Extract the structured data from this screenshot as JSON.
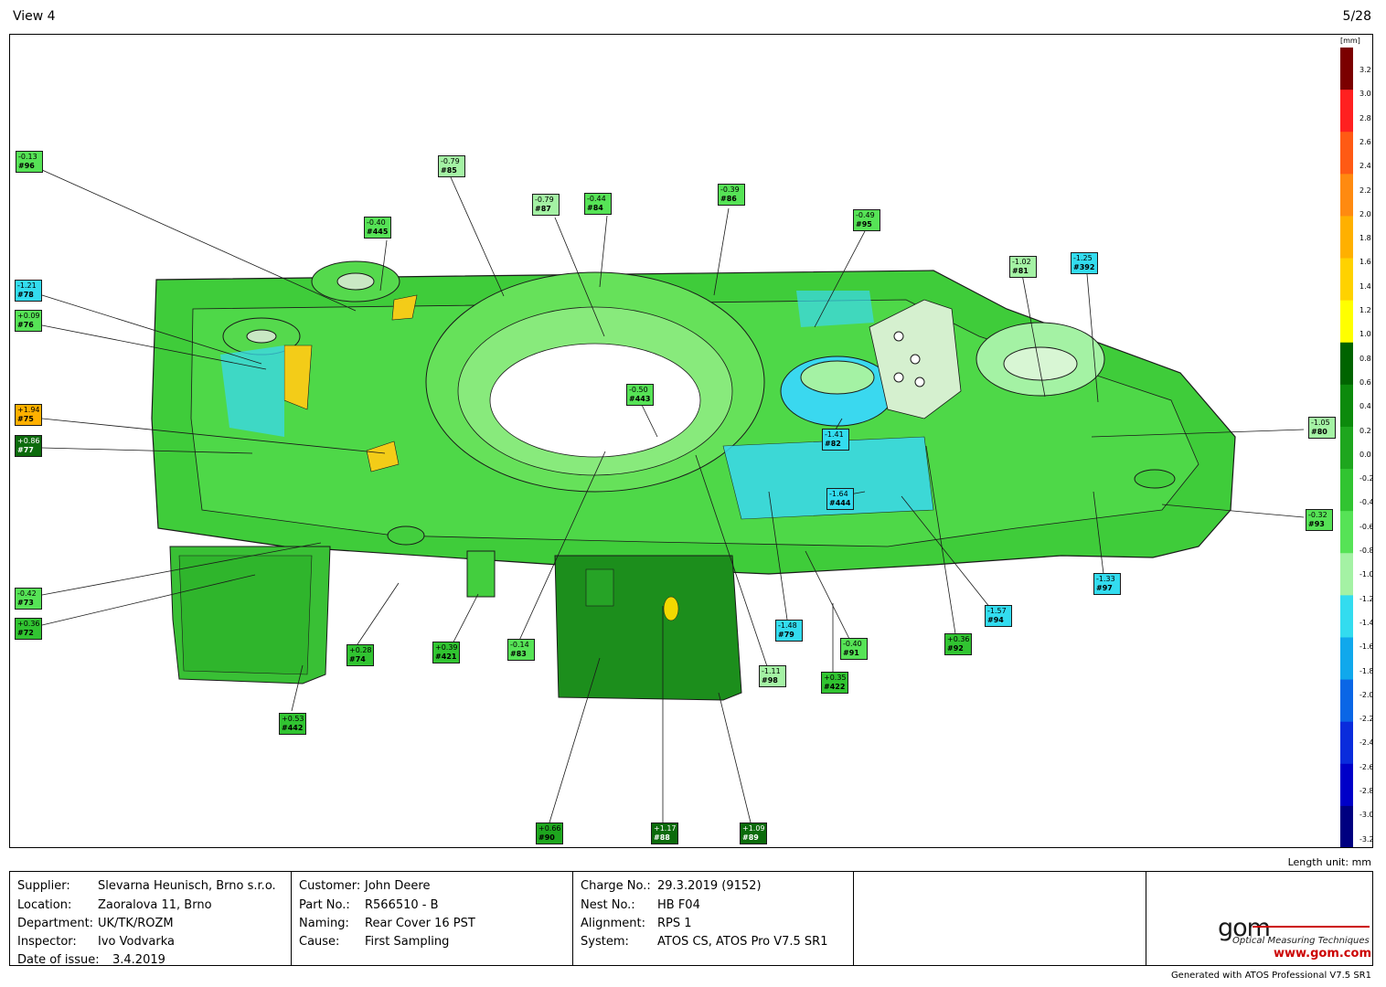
{
  "view_title": "View 4",
  "page": "5/28",
  "legend": {
    "unit": "[mm]",
    "ticks": [
      "3.2",
      "3.0",
      "2.8",
      "2.6",
      "2.4",
      "2.2",
      "2.0",
      "1.8",
      "1.6",
      "1.4",
      "1.2",
      "1.0",
      "0.8",
      "0.6",
      "0.4",
      "0.2",
      "0.0",
      "-0.2",
      "-0.4",
      "-0.6",
      "-0.8",
      "-1.0",
      "-1.2",
      "-1.4",
      "-1.6",
      "-1.8",
      "-2.0",
      "-2.2",
      "-2.4",
      "-2.6",
      "-2.8",
      "-3.0",
      "-3.2"
    ],
    "colors": [
      "#7b0000",
      "#ff2020",
      "#ff5a14",
      "#ff8a10",
      "#ffb000",
      "#ffd200",
      "#ffff00",
      "#006400",
      "#0c8a0c",
      "#1ea61e",
      "#31c431",
      "#56e356",
      "#a4f2a4",
      "#33dcef",
      "#10a8ec",
      "#0a66e6",
      "#0a2cdc",
      "#0000c8",
      "#000080"
    ]
  },
  "labels": [
    {
      "id": "#96",
      "value": "-0.13",
      "color": "#56e356"
    },
    {
      "id": "#85",
      "value": "-0.79",
      "color": "#a4f2a4"
    },
    {
      "id": "#87",
      "value": "-0.79",
      "color": "#a4f2a4"
    },
    {
      "id": "#84",
      "value": "-0.44",
      "color": "#56e356"
    },
    {
      "id": "#86",
      "value": "-0.39",
      "color": "#56e356"
    },
    {
      "id": "#95",
      "value": "-0.49",
      "color": "#56e356"
    },
    {
      "id": "#445",
      "value": "-0.40",
      "color": "#56e356"
    },
    {
      "id": "#78",
      "value": "-1.21",
      "color": "#33dcef"
    },
    {
      "id": "#76",
      "value": "+0.09",
      "color": "#56e356"
    },
    {
      "id": "#75",
      "value": "+1.94",
      "color": "#ffb000"
    },
    {
      "id": "#77",
      "value": "+0.86",
      "color": "#0c6b0c"
    },
    {
      "id": "#81",
      "value": "-1.02",
      "color": "#a4f2a4"
    },
    {
      "id": "#392",
      "value": "-1.25",
      "color": "#33dcef"
    },
    {
      "id": "#443",
      "value": "-0.50",
      "color": "#56e356"
    },
    {
      "id": "#82",
      "value": "-1.41",
      "color": "#33dcef"
    },
    {
      "id": "#80",
      "value": "-1.05",
      "color": "#a4f2a4"
    },
    {
      "id": "#444",
      "value": "-1.64",
      "color": "#33dcef"
    },
    {
      "id": "#93",
      "value": "-0.32",
      "color": "#56e356"
    },
    {
      "id": "#73",
      "value": "-0.42",
      "color": "#56e356"
    },
    {
      "id": "#72",
      "value": "+0.36",
      "color": "#31c431"
    },
    {
      "id": "#74",
      "value": "+0.28",
      "color": "#31c431"
    },
    {
      "id": "#421",
      "value": "+0.39",
      "color": "#31c431"
    },
    {
      "id": "#83",
      "value": "-0.14",
      "color": "#56e356"
    },
    {
      "id": "#79",
      "value": "-1.48",
      "color": "#33dcef"
    },
    {
      "id": "#91",
      "value": "-0.40",
      "color": "#56e356"
    },
    {
      "id": "#98",
      "value": "-1.11",
      "color": "#a4f2a4"
    },
    {
      "id": "#422",
      "value": "+0.35",
      "color": "#31c431"
    },
    {
      "id": "#92",
      "value": "+0.36",
      "color": "#31c431"
    },
    {
      "id": "#94",
      "value": "-1.57",
      "color": "#33dcef"
    },
    {
      "id": "#97",
      "value": "-1.33",
      "color": "#33dcef"
    },
    {
      "id": "#442",
      "value": "+0.53",
      "color": "#31c431"
    },
    {
      "id": "#90",
      "value": "+0.66",
      "color": "#1ea61e"
    },
    {
      "id": "#88",
      "value": "+1.17",
      "color": "#0c6b0c"
    },
    {
      "id": "#89",
      "value": "+1.09",
      "color": "#0c6b0c"
    }
  ],
  "length_unit": "Length unit: mm",
  "info": {
    "supplier": {
      "key": "Supplier:",
      "value": "Slevarna Heunisch, Brno s.r.o."
    },
    "location": {
      "key": "Location:",
      "value": "Zaoralova 11, Brno"
    },
    "department": {
      "key": "Department:",
      "value": "UK/TK/ROZM"
    },
    "inspector": {
      "key": "Inspector:",
      "value": "Ivo Vodvarka"
    },
    "date": {
      "key": "Date of issue:",
      "value": "3.4.2019"
    },
    "customer": {
      "key": "Customer:",
      "value": "John Deere"
    },
    "part_no": {
      "key": "Part No.:",
      "value": "R566510 - B"
    },
    "naming": {
      "key": "Naming:",
      "value": "Rear Cover  16 PST"
    },
    "cause": {
      "key": "Cause:",
      "value": "First Sampling"
    },
    "charge_no": {
      "key": "Charge No.:",
      "value": "29.3.2019  (9152)"
    },
    "nest_no": {
      "key": "Nest No.:",
      "value": "HB F04"
    },
    "alignment": {
      "key": "Alignment:",
      "value": "RPS 1"
    },
    "system": {
      "key": "System:",
      "value": "ATOS CS, ATOS Pro V7.5 SR1"
    }
  },
  "logo": {
    "word": "gom",
    "tagline": "Optical Measuring Techniques",
    "url": "www.gom.com"
  },
  "generated_with": "Generated with ATOS Professional V7.5 SR1"
}
